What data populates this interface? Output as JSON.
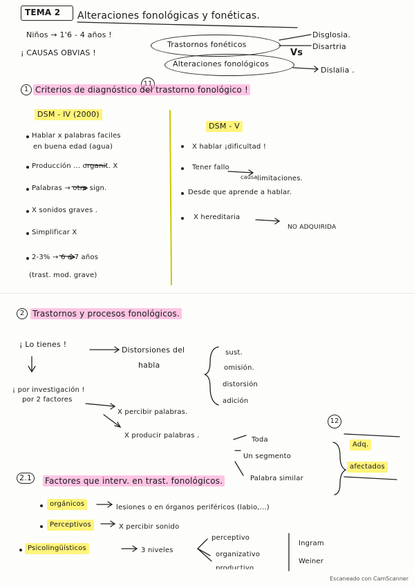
{
  "header": {
    "tema": "TEMA 2",
    "title": "Alteraciones fonológicas y fonéticas.",
    "ninos": "Niños → 1'6 - 4 años !",
    "causas": "¡ CAUSAS OBVIAS !",
    "oval1": "Trastornos fonéticos",
    "oval2": "Alteraciones fonológicos",
    "vs": "Vs",
    "disglosia": "Disglosia.",
    "disartria": "Disartria",
    "dislalia": "Dislalia ."
  },
  "page_number_1": "11",
  "section1": {
    "num": "1",
    "title": "Criterios de diagnóstico del trastorno fonológico !",
    "dsm4": {
      "label": "DSM - IV (2000)",
      "items": [
        "Hablar x palabras faciles",
        "en buena edad (agua)",
        "Producción ... organit. X",
        "Palabras → otro sign.",
        "X sonidos graves .",
        "Simplificar X",
        "2-3% → 6 a 7 años",
        "(trast. mod. grave)"
      ]
    },
    "dsm5": {
      "label": "DSM - V",
      "items": [
        "X hablar ¡dificultad !",
        "Tener fallo",
        "causa",
        "limitaciones.",
        "Desde que aprende a hablar.",
        "X hereditaria",
        "NO ADQUIRIDA"
      ]
    }
  },
  "section2": {
    "num": "2",
    "title": "Trastornos y procesos fonológicos.",
    "lo_tienes": "¡ Lo tienes !",
    "distorsion": "Distorsiones del",
    "habla": "habla",
    "list": [
      "sust.",
      "omisión.",
      "distorsión",
      "adición"
    ],
    "por_inv": "¡ por investigación !",
    "por_2": "por 2 factores",
    "percibir": "X percibir palabras.",
    "producir": "X producir palabras .",
    "prod_list": [
      "Toda",
      "Un segmento",
      "Palabra similar"
    ],
    "adq": "Adq.",
    "afectados": "afectados"
  },
  "page_number_2": "12",
  "section21": {
    "num": "2.1",
    "title": "Factores que interv. en trast. fonológicos.",
    "organicos": "orgánicos",
    "organicos_desc": "lesiones o en órganos periféricos (labio,...)",
    "perceptivos": "Perceptivos",
    "perceptivos_desc": "X percibir sonido",
    "psico": "Psicolingüísticos",
    "psico_desc": "3 niveles",
    "niveles": [
      "perceptivo",
      "organizativo",
      "productivo"
    ],
    "authors": [
      "Ingram",
      "Weiner"
    ]
  },
  "footer": "Escaneado con CamScanner",
  "colors": {
    "pink": "#ff96d2",
    "yellow": "#fff050",
    "ink": "#1a1a1a"
  }
}
